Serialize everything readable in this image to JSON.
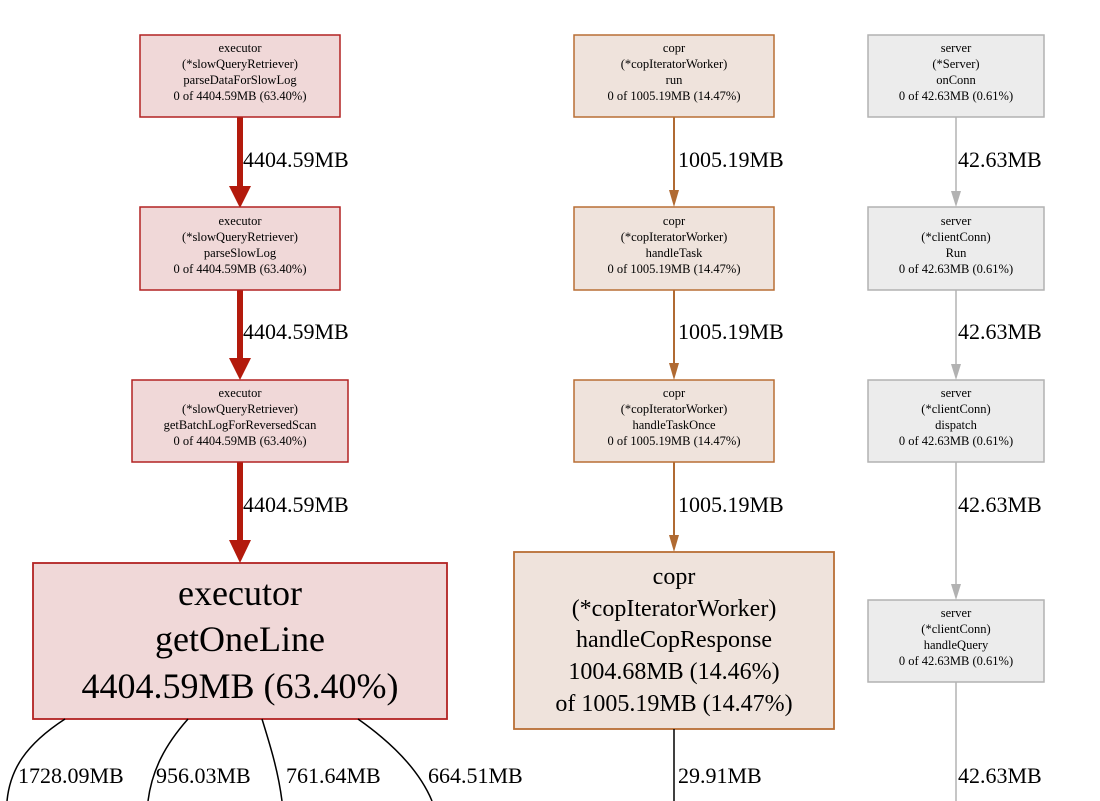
{
  "colors": {
    "hot_fill": "#f0d8d8",
    "hot_stroke": "#b22222",
    "hot_edge": "#b31a0c",
    "warm_fill": "#efe3dc",
    "warm_stroke": "#b86e35",
    "warm_edge": "#b06a32",
    "cold_fill": "#ececec",
    "cold_stroke": "#b2b2b2",
    "cold_edge": "#b2b2b2",
    "black": "#000000"
  },
  "nodes": {
    "parse_data_for_slow_log": {
      "lines": [
        "executor",
        "(*slowQueryRetriever)",
        "parseDataForSlowLog",
        "0 of 4404.59MB (63.40%)"
      ]
    },
    "parse_slow_log": {
      "lines": [
        "executor",
        "(*slowQueryRetriever)",
        "parseSlowLog",
        "0 of 4404.59MB (63.40%)"
      ]
    },
    "get_batch_log": {
      "lines": [
        "executor",
        "(*slowQueryRetriever)",
        "getBatchLogForReversedScan",
        "0 of 4404.59MB (63.40%)"
      ]
    },
    "get_one_line": {
      "lines": [
        "executor",
        "getOneLine",
        "4404.59MB (63.40%)"
      ]
    },
    "copr_run": {
      "lines": [
        "copr",
        "(*copIteratorWorker)",
        "run",
        "0 of 1005.19MB (14.47%)"
      ]
    },
    "copr_handle_task": {
      "lines": [
        "copr",
        "(*copIteratorWorker)",
        "handleTask",
        "0 of 1005.19MB (14.47%)"
      ]
    },
    "copr_handle_task_once": {
      "lines": [
        "copr",
        "(*copIteratorWorker)",
        "handleTaskOnce",
        "0 of 1005.19MB (14.47%)"
      ]
    },
    "copr_handle_cop_response": {
      "lines": [
        "copr",
        "(*copIteratorWorker)",
        "handleCopResponse",
        "1004.68MB (14.46%)",
        "of 1005.19MB (14.47%)"
      ]
    },
    "server_on_conn": {
      "lines": [
        "server",
        "(*Server)",
        "onConn",
        "0 of 42.63MB (0.61%)"
      ]
    },
    "server_run": {
      "lines": [
        "server",
        "(*clientConn)",
        "Run",
        "0 of 42.63MB (0.61%)"
      ]
    },
    "server_dispatch": {
      "lines": [
        "server",
        "(*clientConn)",
        "dispatch",
        "0 of 42.63MB (0.61%)"
      ]
    },
    "server_handle_query": {
      "lines": [
        "server",
        "(*clientConn)",
        "handleQuery",
        "0 of 42.63MB (0.61%)"
      ]
    }
  },
  "edges": {
    "e1": "4404.59MB",
    "e2": "4404.59MB",
    "e3": "4404.59MB",
    "o1": "1728.09MB",
    "o2": "956.03MB",
    "o3": "761.64MB",
    "o4": "664.51MB",
    "c1": "1005.19MB",
    "c2": "1005.19MB",
    "c3": "1005.19MB",
    "c4": "29.91MB",
    "s1": "42.63MB",
    "s2": "42.63MB",
    "s3": "42.63MB",
    "s4": "42.63MB"
  }
}
